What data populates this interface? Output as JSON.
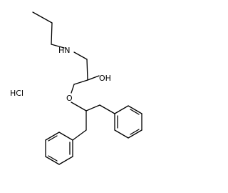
{
  "molecule": {
    "atoms": {
      "amine": "HN",
      "hydroxyl": "OH",
      "ether": "O",
      "salt": "HCl"
    }
  }
}
